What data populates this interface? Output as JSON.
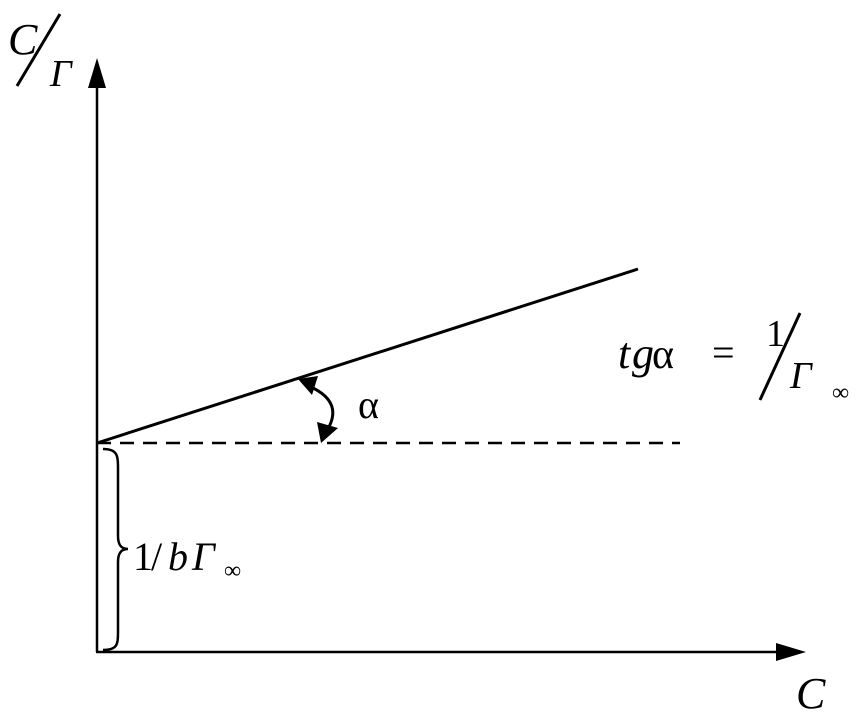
{
  "y_axis_label": {
    "numerator": "C",
    "denominator": "Γ"
  },
  "x_axis_label": "C",
  "angle_label": "α",
  "slope_formula": {
    "lhs_t": "t",
    "lhs_g": "g",
    "lhs_alpha": "α",
    "equals": "=",
    "numerator": "1",
    "denominator": "Γ",
    "subscript": "∞"
  },
  "intercept_label": {
    "one": "1",
    "slash": "/",
    "b": "b",
    "gamma": "Γ",
    "subscript": "∞"
  },
  "colors": {
    "ink": "#000000",
    "background": "#ffffff"
  }
}
